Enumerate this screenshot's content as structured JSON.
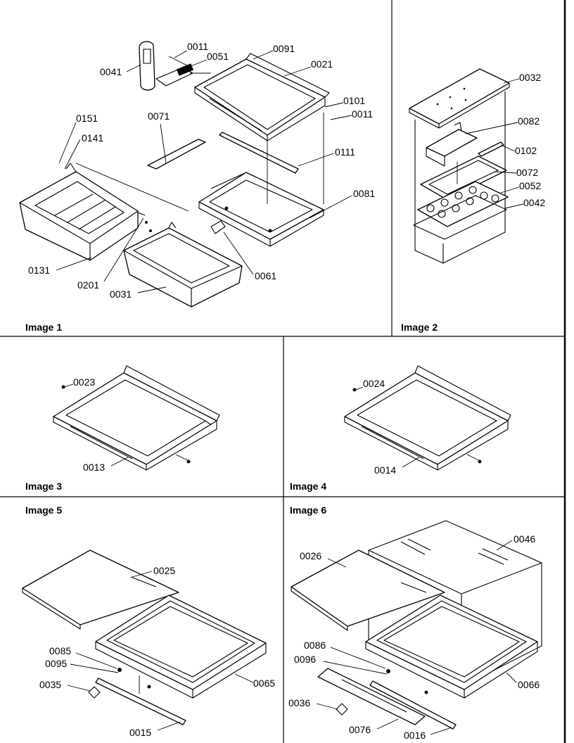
{
  "panels": [
    {
      "caption": "Image 1",
      "labels": [
        "0011",
        "0051",
        "0091",
        "0041",
        "0021",
        "0101",
        "0011",
        "0071",
        "0151",
        "0141",
        "0111",
        "0081",
        "0061",
        "0131",
        "0201",
        "0031"
      ]
    },
    {
      "caption": "Image 2",
      "labels": [
        "0032",
        "0082",
        "0102",
        "0072",
        "0052",
        "0042"
      ]
    },
    {
      "caption": "Image 3",
      "labels": [
        "0023",
        "0013"
      ]
    },
    {
      "caption": "Image 4",
      "labels": [
        "0024",
        "0014"
      ]
    },
    {
      "caption": "Image 5",
      "labels": [
        "0025",
        "0085",
        "0095",
        "0065",
        "0035",
        "0015"
      ]
    },
    {
      "caption": "Image 6",
      "labels": [
        "0046",
        "0026",
        "0086",
        "0096",
        "0066",
        "0036",
        "0076",
        "0016"
      ]
    }
  ]
}
